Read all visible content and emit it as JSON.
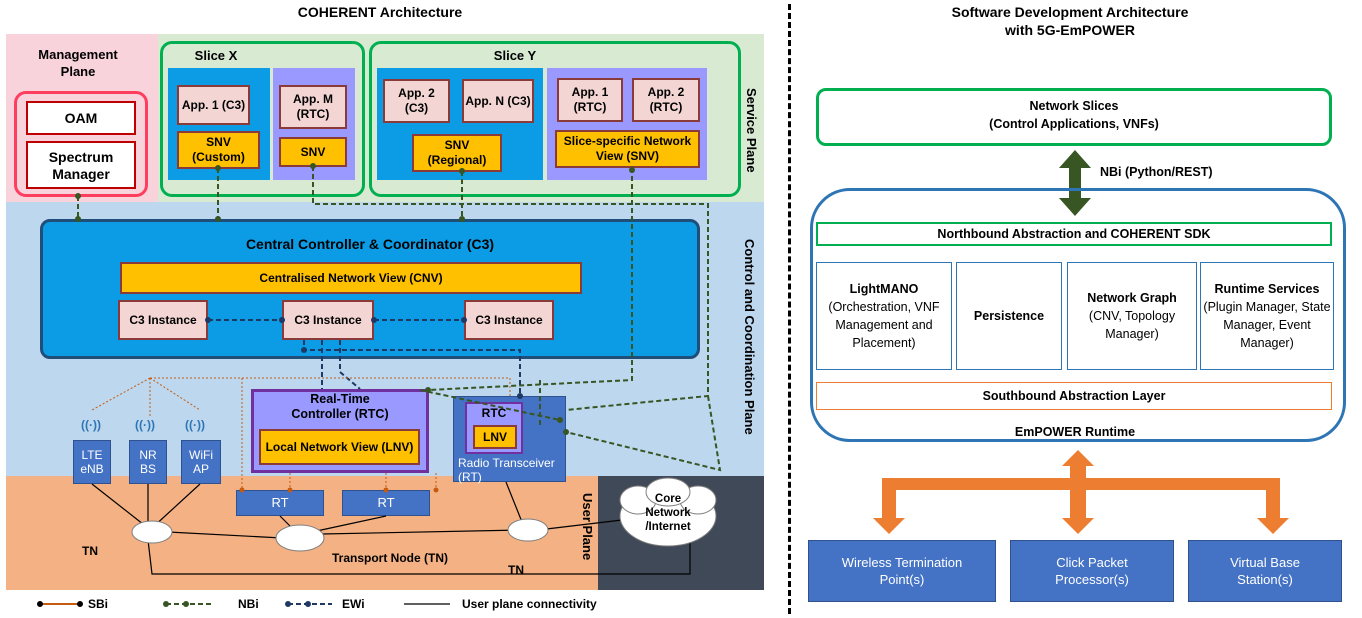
{
  "left": {
    "title": "COHERENT Architecture",
    "management_plane": {
      "label": "Management Plane",
      "oam": "OAM",
      "spectrum_manager": "Spectrum Manager"
    },
    "slice_x": {
      "label": "Slice X",
      "app1": "App. 1 (C3)",
      "appm": "App. M (RTC)",
      "snv_custom": "SNV (Custom)",
      "snv": "SNV"
    },
    "slice_y": {
      "label": "Slice Y",
      "app2": "App. 2 (C3)",
      "appn": "App. N (C3)",
      "snv_regional": "SNV (Regional)",
      "app1_rtc": "App. 1 (RTC)",
      "app2_rtc": "App. 2 (RTC)",
      "slice_view": "Slice-specific Network View (SNV)"
    },
    "service_plane": "Service Plane",
    "control_plane": "Control and Coordination Plane",
    "user_plane": "User Plane",
    "c3": {
      "label": "Central Controller & Coordinator (C3)",
      "cnv": "Centralised Network View (CNV)",
      "instance_a": "C3 Instance",
      "instance_b": "C3 Instance",
      "instance_c": "C3 Instance"
    },
    "rtc_main": {
      "label": "Real-Time Controller (RTC)",
      "lnv": "Local Network View (LNV)"
    },
    "rtc_small": {
      "label": "RTC",
      "lnv": "LNV"
    },
    "radio_transceiver": "Radio Transceiver (RT)",
    "rt_a": "RT",
    "rt_b": "RT",
    "lte": "LTE eNB",
    "nr": "NR BS",
    "wifi": "WiFi AP",
    "antenna_symbol": "((·))",
    "tn_a": "TN",
    "tn_b": "TN",
    "transport_node": "Transport Node (TN)",
    "core": "Core Network /Internet",
    "legend": {
      "sbi": "SBi",
      "nbi": "NBi",
      "ewi": "EWi",
      "user": "User plane connectivity"
    }
  },
  "right": {
    "title_line1": "Software Development Architecture",
    "title_line2": "with 5G-EmPOWER",
    "network_slices": "Network Slices",
    "network_slices_sub": "(Control Applications, VNFs)",
    "nbi": "NBi (Python/REST)",
    "northbound": "Northbound Abstraction and COHERENT SDK",
    "lightmano_title": "LightMANO",
    "lightmano_sub": "(Orchestration, VNF Management and Placement)",
    "persistence": "Persistence",
    "network_graph_title": "Network Graph",
    "network_graph_sub": "(CNV, Topology Manager)",
    "runtime_services_title": "Runtime Services",
    "runtime_services_sub": "(Plugin Manager, State Manager, Event Manager)",
    "southbound": "Southbound Abstraction Layer",
    "empower_runtime": "EmPOWER Runtime",
    "wtp": "Wireless Termination Point(s)",
    "click": "Click Packet Processor(s)",
    "vbs": "Virtual Base Station(s)"
  },
  "colors": {
    "plane_blue": "#bdd7ee",
    "service_green": "#d9ead3",
    "user_orange": "#f4b183",
    "c3_blue": "#0b9ce5",
    "gold": "#ffc000",
    "pink": "#f3d6d3",
    "purple": "#9999ff",
    "green_border": "#00b050",
    "arrow_green": "#375623",
    "arrow_orange": "#ed7d31",
    "dark": "#404958"
  }
}
